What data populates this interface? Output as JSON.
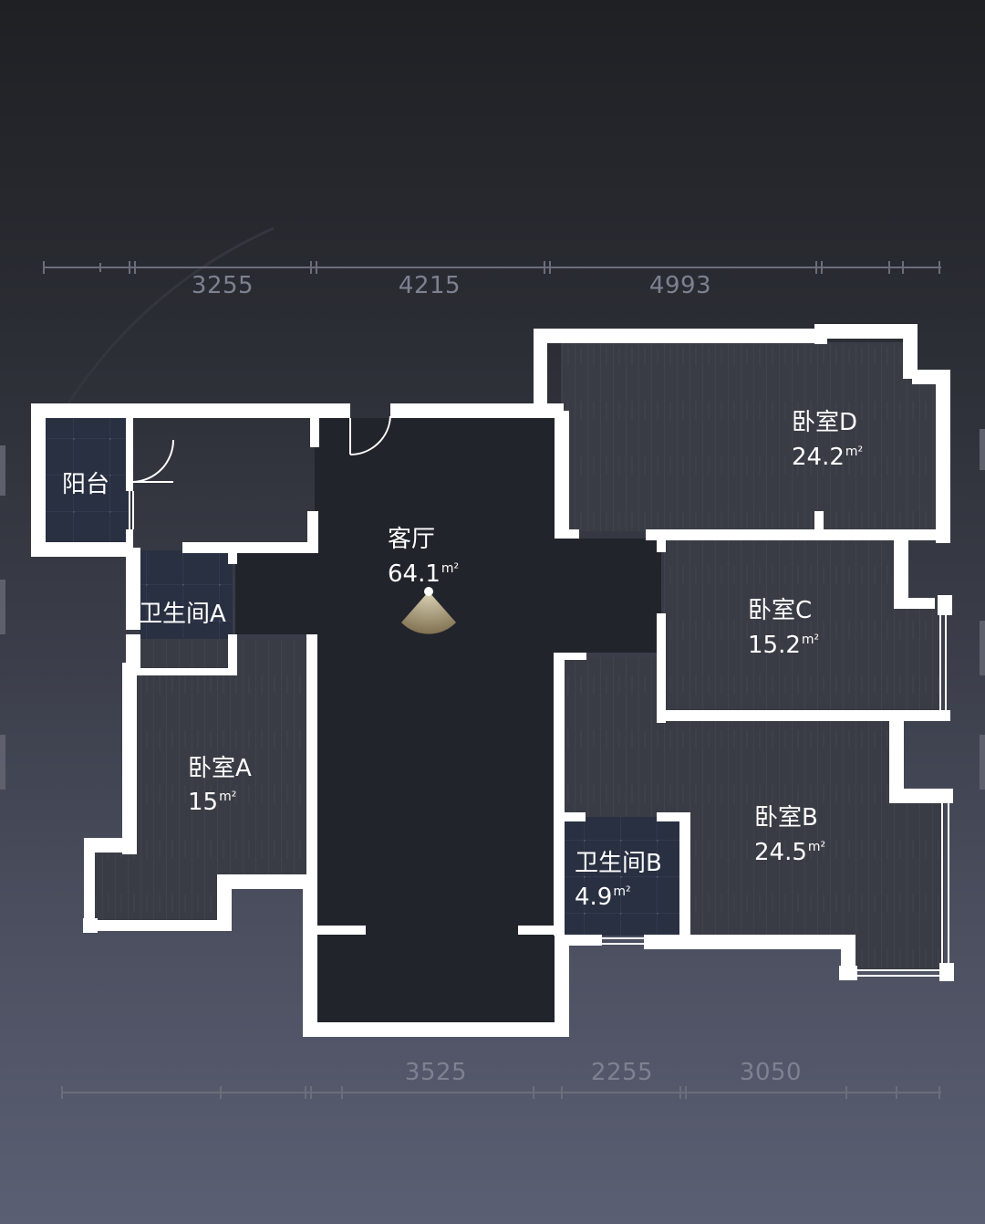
{
  "top_dimensions": [
    "3255",
    "4215",
    "4993"
  ],
  "bottom_dimensions": [
    "3525",
    "2255",
    "3050"
  ],
  "rooms": {
    "balcony": {
      "name": "阳台"
    },
    "living": {
      "name": "客厅",
      "area": "64.1",
      "unit": "m²"
    },
    "bath_a": {
      "name": "卫生间A"
    },
    "bed_a": {
      "name": "卧室A",
      "area": "15",
      "unit": "m²"
    },
    "bed_b": {
      "name": "卧室B",
      "area": "24.5",
      "unit": "m²"
    },
    "bath_b": {
      "name": "卫生间B",
      "area": "4.9",
      "unit": "m²"
    },
    "bed_c": {
      "name": "卧室C",
      "area": "15.2",
      "unit": "m²"
    },
    "bed_d": {
      "name": "卧室D",
      "area": "24.2",
      "unit": "m²"
    }
  },
  "colors": {
    "wall": "#ffffff",
    "floor_dark": "#23252c",
    "floor_wood": "#3b3d46",
    "floor_tile": "#2a2f3f",
    "dim_text": "#7d8190"
  }
}
